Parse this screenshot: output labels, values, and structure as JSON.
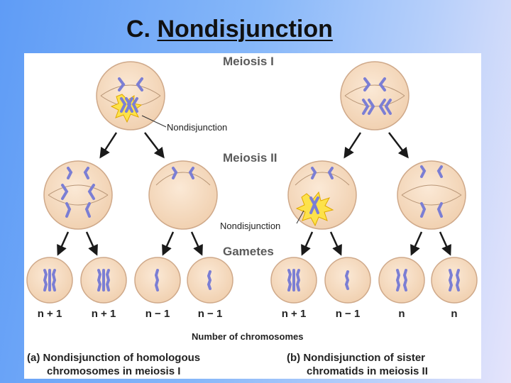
{
  "title": {
    "prefix": "C. ",
    "main": "Nondisjunction"
  },
  "diagram": {
    "labels": {
      "meiosis_1": "Meiosis I",
      "meiosis_2": "Meiosis II",
      "gametes": "Gametes",
      "nondisjunction_a": "Nondisjunction",
      "nondisjunction_b": "Nondisjunction",
      "number_of_chromosomes": "Number of chromosomes"
    },
    "gamete_counts": [
      "n + 1",
      "n + 1",
      "n − 1",
      "n − 1",
      "n + 1",
      "n − 1",
      "n",
      "n"
    ],
    "captions": {
      "a_line1": "(a) Nondisjunction of homologous",
      "a_line2": "chromosomes in meiosis I",
      "b_line1": "(b) Nondisjunction of sister",
      "b_line2": "chromatids in meiosis II"
    },
    "colors": {
      "cell_fill": "#f6dcc0",
      "cell_stroke": "#cfa98a",
      "chromosome": "#7b7ed4",
      "burst": "#fde24a",
      "arrow": "#1a1a1a"
    }
  }
}
